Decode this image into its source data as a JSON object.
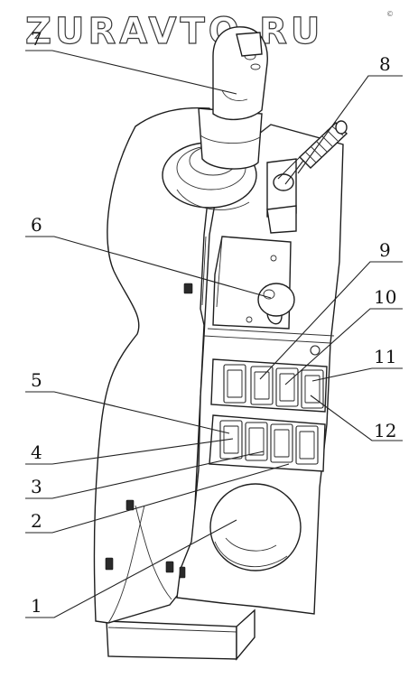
{
  "watermark": "ZURAVTO.RU",
  "watermark_small": "©",
  "callouts": [
    {
      "id": "c1",
      "text": "1"
    },
    {
      "id": "c2",
      "text": "2"
    },
    {
      "id": "c3",
      "text": "3"
    },
    {
      "id": "c4",
      "text": "4"
    },
    {
      "id": "c5",
      "text": "5"
    },
    {
      "id": "c6",
      "text": "6"
    },
    {
      "id": "c7",
      "text": "7"
    },
    {
      "id": "c8",
      "text": "8"
    },
    {
      "id": "c9",
      "text": "9"
    },
    {
      "id": "c10",
      "text": "10"
    },
    {
      "id": "c11",
      "text": "11"
    },
    {
      "id": "c12",
      "text": "12"
    }
  ]
}
